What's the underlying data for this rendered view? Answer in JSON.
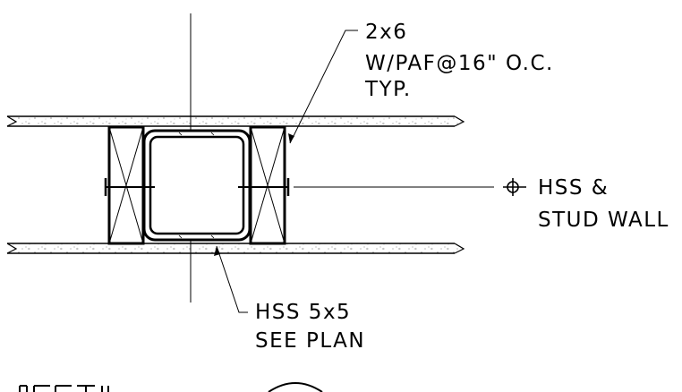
{
  "colors": {
    "ink": "#000000",
    "background": "#ffffff"
  },
  "annotations": {
    "top_note": {
      "line1": "2x6",
      "line2": "W/PAF@16\" O.C.",
      "line3": "TYP."
    },
    "centerline_note": {
      "line1": "HSS &",
      "line2": "STUD WALL"
    },
    "bottom_note": {
      "line1": "HSS 5x5",
      "line2": "SEE PLAN"
    }
  }
}
